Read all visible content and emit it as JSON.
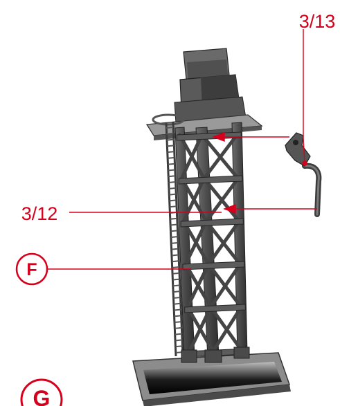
{
  "labels": {
    "part_top": "3/13",
    "part_mid": "3/12",
    "callout_f": "F",
    "callout_g": "G"
  },
  "colors": {
    "accent": "#d6001c",
    "tower_dark": "#3d3d3d",
    "tower_mid": "#5a5a5a",
    "tower_light": "#8a8a8a"
  }
}
